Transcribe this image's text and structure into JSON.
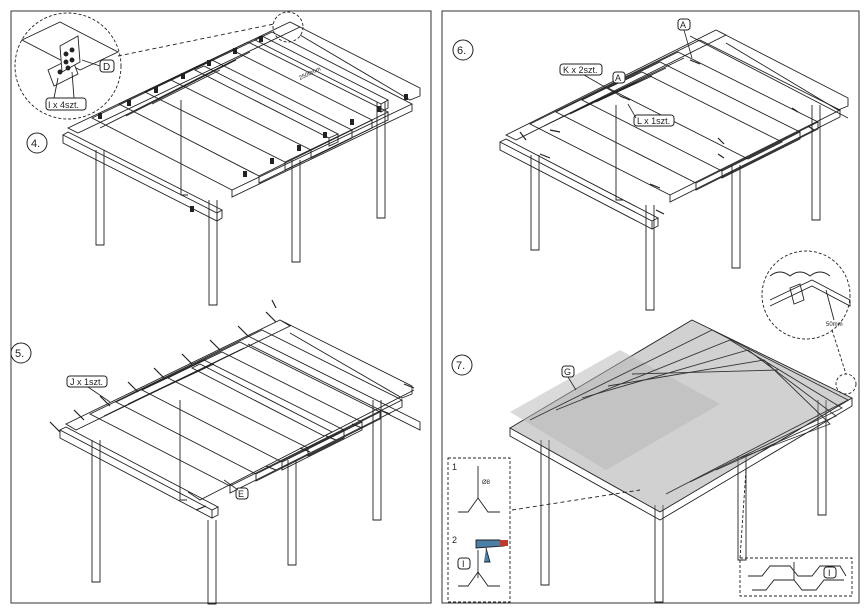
{
  "steps": [
    {
      "number": "4.",
      "callouts": {
        "part": "D",
        "qty": "I x 4szt.",
        "dim": "2500mm"
      }
    },
    {
      "number": "5.",
      "callouts": {
        "qty": "J x 1szt.",
        "part": "E"
      }
    },
    {
      "number": "6.",
      "callouts": {
        "part_a_top": "A",
        "qty_k": "K x 2szt.",
        "part_a_mid": "A",
        "qty_l": "L x 1szt."
      }
    },
    {
      "number": "7.",
      "callouts": {
        "part_g": "G",
        "dim": "50mm",
        "detail1_num": "1",
        "detail1_dim": "Ø8",
        "detail2_num": "2",
        "part_i_left": "I",
        "part_i_right": "I"
      }
    }
  ],
  "colors": {
    "line": "#222222",
    "roof": "#9a9a9a",
    "panel_border": "#333333"
  }
}
